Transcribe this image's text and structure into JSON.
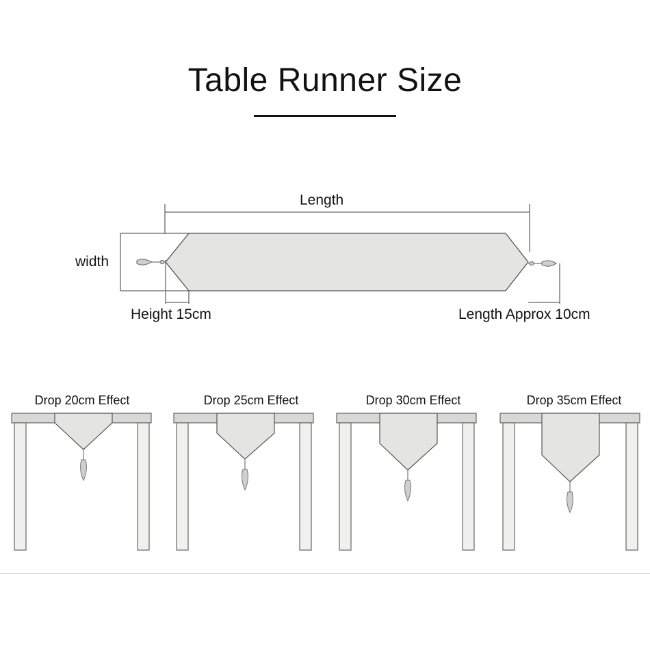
{
  "title": "Table Runner Size",
  "runner": {
    "length_label": "Length",
    "width_label": "width",
    "height_label": "Height 15cm",
    "tassel_label": "Length Approx 10cm"
  },
  "drops": [
    {
      "label": "Drop 20cm Effect",
      "drop_cm": 20
    },
    {
      "label": "Drop 25cm Effect",
      "drop_cm": 25
    },
    {
      "label": "Drop 30cm Effect",
      "drop_cm": 30
    },
    {
      "label": "Drop 35cm Effect",
      "drop_cm": 35
    }
  ],
  "colors": {
    "outline": "#555555",
    "fabric": "#e4e4e2",
    "table_top": "#d8d8d6",
    "leg": "#f0f0ee",
    "text": "#111111"
  }
}
